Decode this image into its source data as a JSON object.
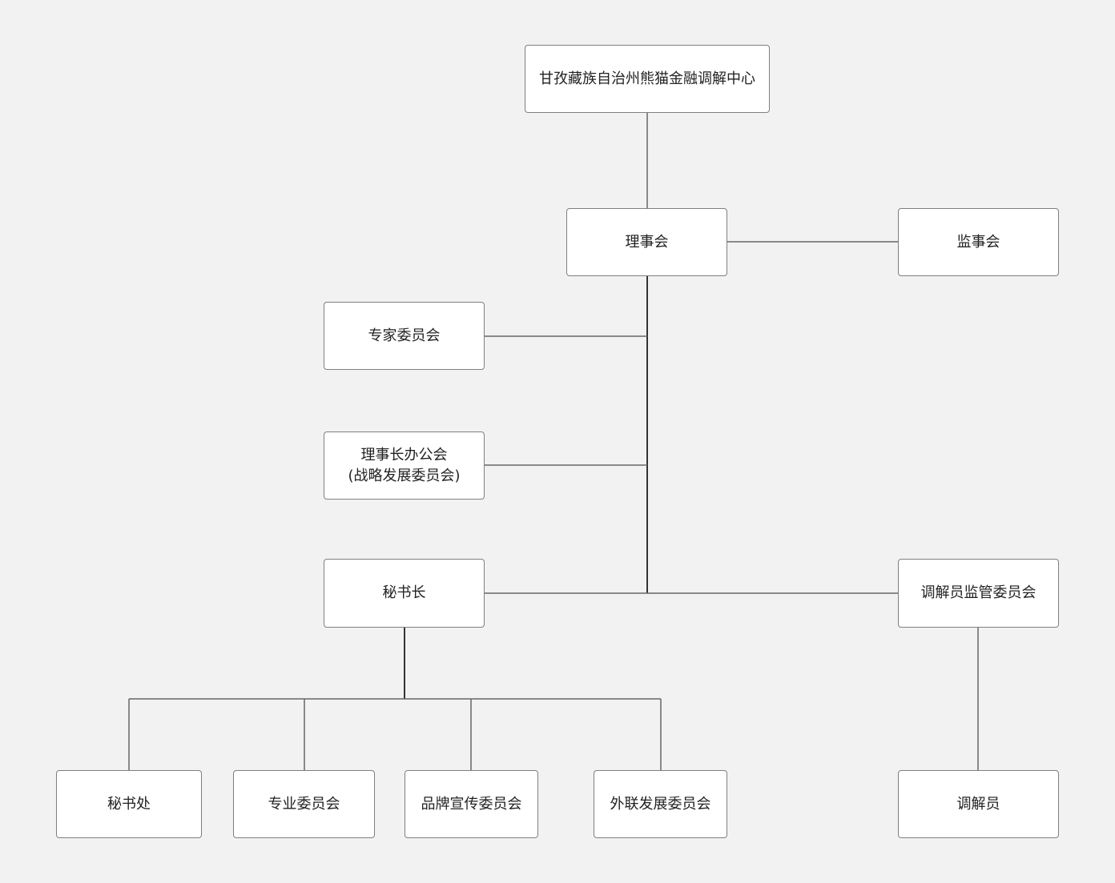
{
  "nodes": {
    "root": {
      "label": "甘孜藏族自治州熊猫金融调解中心"
    },
    "board": {
      "label": "理事会"
    },
    "supervisory": {
      "label": "监事会"
    },
    "expert": {
      "label": "专家委员会"
    },
    "chairman_office": {
      "line1": "理事长办公会",
      "line2": "(战略发展委员会)"
    },
    "secretary_general": {
      "label": "秘书长"
    },
    "mediator_supervision": {
      "label": "调解员监管委员会"
    },
    "secretariat": {
      "label": "秘书处"
    },
    "professional": {
      "label": "专业委员会"
    },
    "brand": {
      "label": "品牌宣传委员会"
    },
    "external": {
      "label": "外联发展委员会"
    },
    "mediator": {
      "label": "调解员"
    }
  },
  "colors": {
    "background": "#f2f2f2",
    "box_fill": "#ffffff",
    "box_border": "#7f7f7f",
    "line": "#666666"
  }
}
